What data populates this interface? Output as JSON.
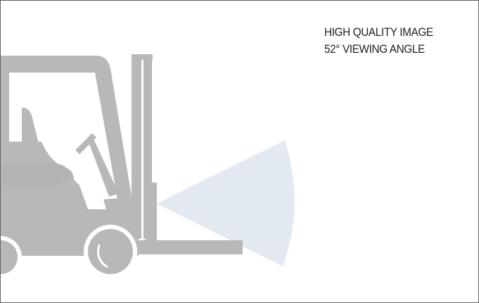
{
  "caption": {
    "line1": "HIGH QUALITY IMAGE",
    "line2": "52° VIEWING ANGLE"
  },
  "viewing_angle_degrees": 52,
  "colors": {
    "forklift": "#b8b8b8",
    "forklift_dark": "#a3a3a3",
    "beam": "#e3e9f0",
    "border": "#5f5f5f",
    "text": "#1f1f1f"
  },
  "icons": {
    "forklift": "forklift-silhouette",
    "beam": "camera-view-cone"
  }
}
